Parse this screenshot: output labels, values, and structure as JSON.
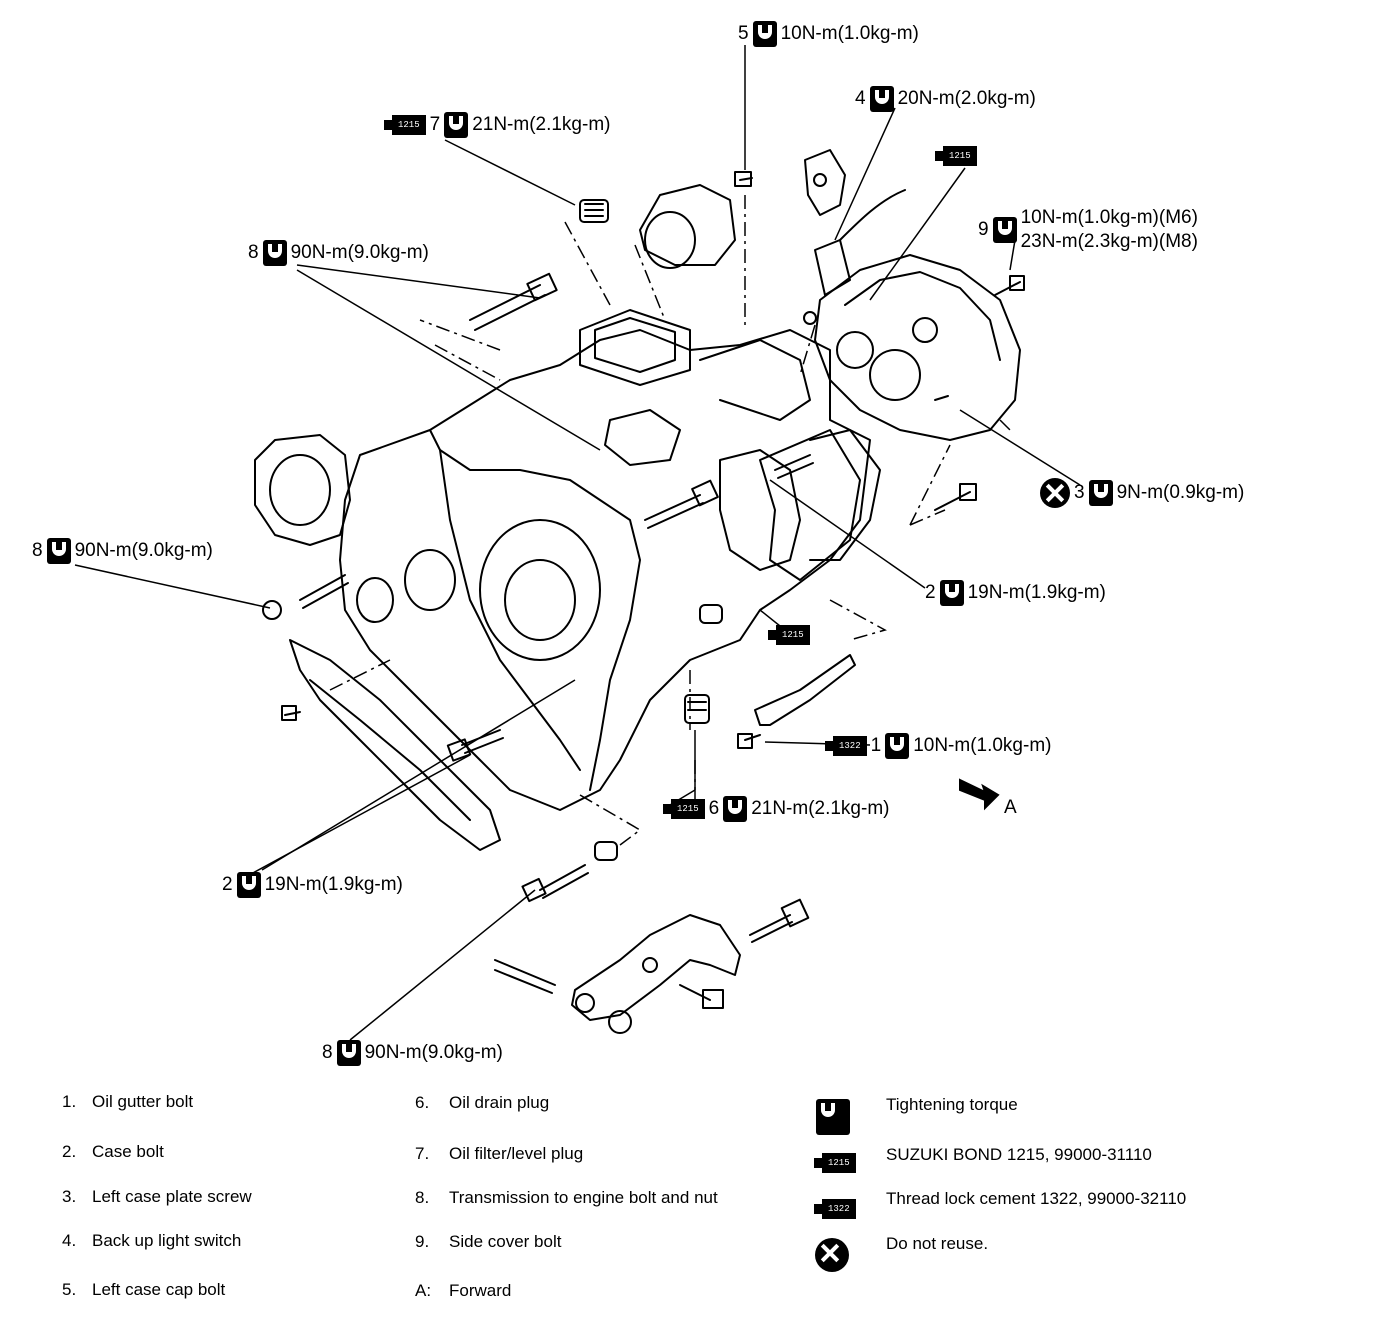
{
  "callouts": {
    "c5": {
      "num": "5",
      "torque": "10N-m(1.0kg-m)"
    },
    "c4": {
      "num": "4",
      "torque": "20N-m(2.0kg-m)"
    },
    "c7": {
      "tube": "1215",
      "num": "7",
      "torque": "21N-m(2.1kg-m)"
    },
    "c8top": {
      "num": "8",
      "torque": "90N-m(9.0kg-m)"
    },
    "c9": {
      "num": "9",
      "torque_m6": "10N-m(1.0kg-m)(M6)",
      "torque_m8": "23N-m(2.3kg-m)(M8)"
    },
    "c3": {
      "num": "3",
      "torque": "9N-m(0.9kg-m)"
    },
    "c8left": {
      "num": "8",
      "torque": "90N-m(9.0kg-m)"
    },
    "c2right": {
      "num": "2",
      "torque": "19N-m(1.9kg-m)"
    },
    "c1": {
      "tube": "1322",
      "num": "1",
      "torque": "10N-m(1.0kg-m)"
    },
    "c6": {
      "tube": "1215",
      "num": "6",
      "torque": "21N-m(2.1kg-m)"
    },
    "c2left": {
      "num": "2",
      "torque": "19N-m(1.9kg-m)"
    },
    "c8bottom": {
      "num": "8",
      "torque": "90N-m(9.0kg-m)"
    },
    "tube_bond_right": "1215",
    "tube_bond_top": "1215",
    "arrow_a": "A"
  },
  "legend": {
    "items": [
      {
        "n": "1.",
        "label": "Oil gutter bolt"
      },
      {
        "n": "2.",
        "label": "Case bolt"
      },
      {
        "n": "3.",
        "label": "Left case plate screw"
      },
      {
        "n": "4.",
        "label": "Back up light switch"
      },
      {
        "n": "5.",
        "label": "Left case cap bolt"
      },
      {
        "n": "6.",
        "label": "Oil drain plug"
      },
      {
        "n": "7.",
        "label": "Oil filter/level plug"
      },
      {
        "n": "8.",
        "label": "Transmission to engine bolt and nut"
      },
      {
        "n": "9.",
        "label": "Side cover bolt"
      },
      {
        "n": "A:",
        "label": "Forward"
      }
    ],
    "symbols": [
      {
        "icon": "torque-icon",
        "label": "Tightening torque"
      },
      {
        "icon": "bond-tube-icon",
        "tube": "1215",
        "label": "SUZUKI BOND 1215, 99000-31110"
      },
      {
        "icon": "threadlock-tube-icon",
        "tube": "1322",
        "label": "Thread lock cement 1322, 99000-32110"
      },
      {
        "icon": "do-not-reuse-icon",
        "label": "Do not reuse."
      }
    ]
  }
}
